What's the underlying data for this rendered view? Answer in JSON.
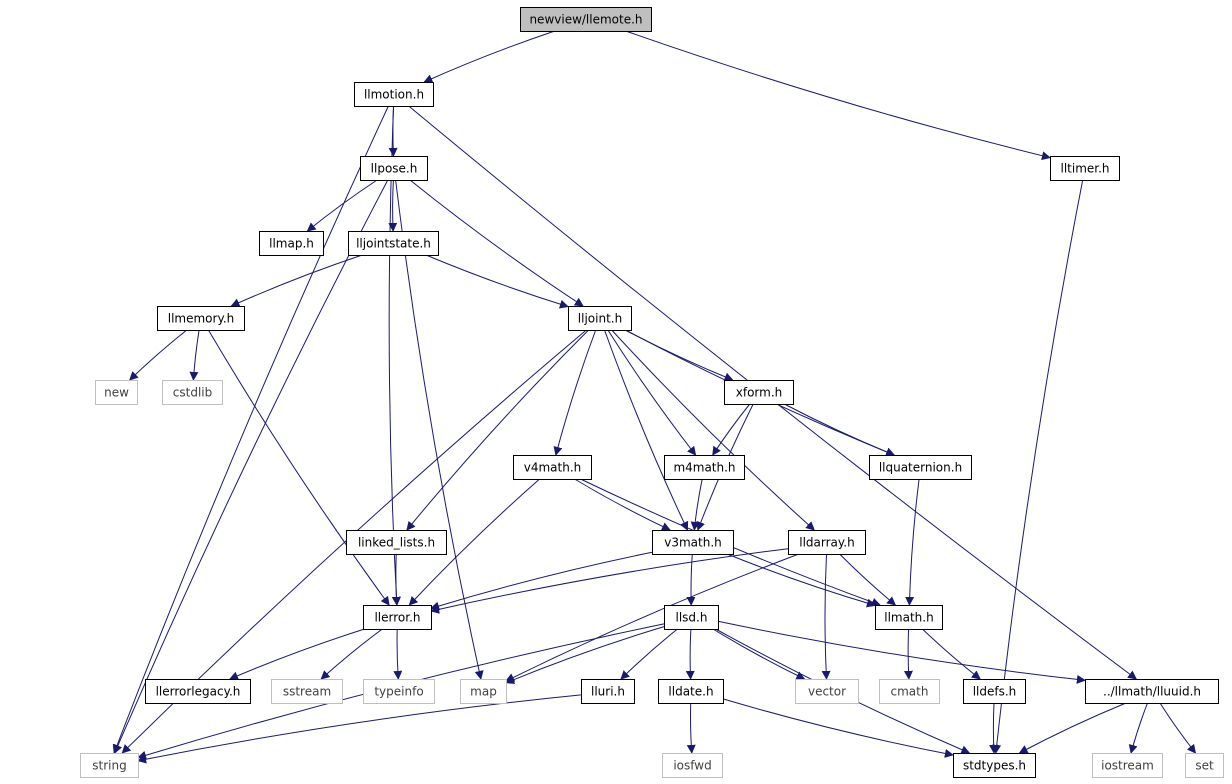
{
  "colors": {
    "edge": "#191970",
    "root_fill": "#bfbfbf",
    "node_fill": "#ffffff",
    "node_border": "#000000",
    "external_border": "#bfbfbf",
    "external_text": "#404040",
    "text": "#000000"
  },
  "nodes": {
    "root": "newview/llemote.h",
    "llmotion": "llmotion.h",
    "lltimer": "lltimer.h",
    "llpose": "llpose.h",
    "llmap": "llmap.h",
    "lljointstate": "lljointstate.h",
    "llmemory": "llmemory.h",
    "lljoint": "lljoint.h",
    "new": "new",
    "cstdlib": "cstdlib",
    "xform": "xform.h",
    "v4math": "v4math.h",
    "m4math": "m4math.h",
    "llquaternion": "llquaternion.h",
    "linked_lists": "linked_lists.h",
    "v3math": "v3math.h",
    "lldarray": "lldarray.h",
    "llerror": "llerror.h",
    "llsd": "llsd.h",
    "llmath": "llmath.h",
    "llerrorlegacy": "llerrorlegacy.h",
    "sstream": "sstream",
    "typeinfo": "typeinfo",
    "map": "map",
    "lluri": "lluri.h",
    "lldate": "lldate.h",
    "vector": "vector",
    "cmath": "cmath",
    "lldefs": "lldefs.h",
    "lluuid": "../llmath/lluuid.h",
    "string": "string",
    "iosfwd": "iosfwd",
    "stdtypes": "stdtypes.h",
    "iostream": "iostream",
    "set": "set"
  },
  "external_nodes": [
    "new",
    "cstdlib",
    "sstream",
    "typeinfo",
    "map",
    "vector",
    "cmath",
    "string",
    "iosfwd",
    "iostream",
    "set"
  ],
  "root_node": "root",
  "edges": [
    [
      "root",
      "llmotion"
    ],
    [
      "root",
      "lltimer"
    ],
    [
      "llmotion",
      "llpose"
    ],
    [
      "llmotion",
      "string"
    ],
    [
      "llmotion",
      "llerror"
    ],
    [
      "llmotion",
      "lluuid"
    ],
    [
      "lltimer",
      "stdtypes"
    ],
    [
      "llpose",
      "llmap"
    ],
    [
      "llpose",
      "lljointstate"
    ],
    [
      "llpose",
      "string"
    ],
    [
      "llpose",
      "map"
    ],
    [
      "llpose",
      "lljoint"
    ],
    [
      "lljointstate",
      "llmemory"
    ],
    [
      "lljointstate",
      "lljoint"
    ],
    [
      "llmemory",
      "new"
    ],
    [
      "llmemory",
      "cstdlib"
    ],
    [
      "llmemory",
      "llerror"
    ],
    [
      "lljoint",
      "string"
    ],
    [
      "lljoint",
      "linked_lists"
    ],
    [
      "lljoint",
      "v4math"
    ],
    [
      "lljoint",
      "v3math"
    ],
    [
      "lljoint",
      "m4math"
    ],
    [
      "lljoint",
      "xform"
    ],
    [
      "lljoint",
      "lldarray"
    ],
    [
      "lljoint",
      "llquaternion"
    ],
    [
      "xform",
      "m4math"
    ],
    [
      "xform",
      "v3math"
    ],
    [
      "xform",
      "llquaternion"
    ],
    [
      "v4math",
      "v3math"
    ],
    [
      "v4math",
      "llerror"
    ],
    [
      "v4math",
      "llmath"
    ],
    [
      "m4math",
      "v3math"
    ],
    [
      "llquaternion",
      "llmath"
    ],
    [
      "linked_lists",
      "llerror"
    ],
    [
      "v3math",
      "llerror"
    ],
    [
      "v3math",
      "llsd"
    ],
    [
      "v3math",
      "llmath"
    ],
    [
      "lldarray",
      "llerror"
    ],
    [
      "lldarray",
      "map"
    ],
    [
      "lldarray",
      "vector"
    ],
    [
      "lldarray",
      "llmath"
    ],
    [
      "llerror",
      "llerrorlegacy"
    ],
    [
      "llerror",
      "sstream"
    ],
    [
      "llerror",
      "typeinfo"
    ],
    [
      "llsd",
      "map"
    ],
    [
      "llsd",
      "string"
    ],
    [
      "llsd",
      "lluri"
    ],
    [
      "llsd",
      "lldate"
    ],
    [
      "llsd",
      "vector"
    ],
    [
      "llsd",
      "stdtypes"
    ],
    [
      "llsd",
      "lluuid"
    ],
    [
      "llmath",
      "cmath"
    ],
    [
      "llmath",
      "lldefs"
    ],
    [
      "lluri",
      "string"
    ],
    [
      "lldate",
      "iosfwd"
    ],
    [
      "lldate",
      "stdtypes"
    ],
    [
      "lldefs",
      "stdtypes"
    ],
    [
      "lluuid",
      "iostream"
    ],
    [
      "lluuid",
      "set"
    ],
    [
      "lluuid",
      "stdtypes"
    ]
  ]
}
